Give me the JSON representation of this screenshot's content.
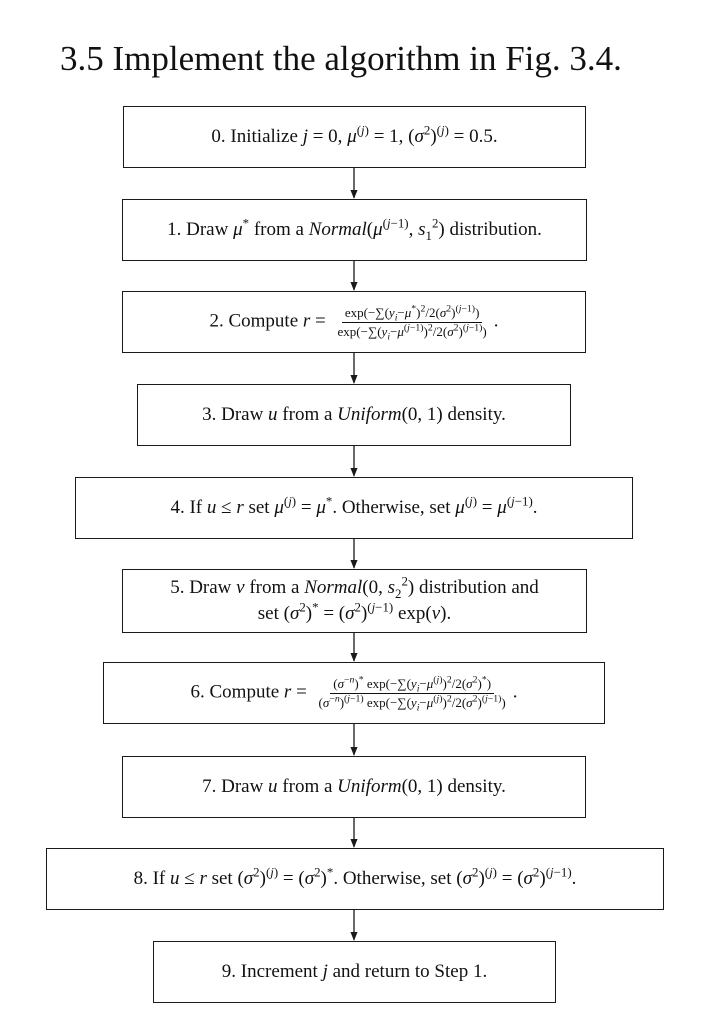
{
  "title": "3.5 Implement the algorithm in Fig. 3.4.",
  "steps": {
    "s0": {
      "prefix": "0. Initialize "
    },
    "s1": {
      "prefix": "1. Draw ",
      "mid": " from a ",
      "suffix": " distribution."
    },
    "s2": {
      "prefix": "2. Compute "
    },
    "s3": {
      "prefix": "3. Draw ",
      "mid": " from a ",
      "suffix": " density."
    },
    "s4": {
      "prefix": "4. If ",
      "mid1": " set ",
      "mid2": ". Otherwise, set "
    },
    "s5": {
      "prefix": "5. Draw ",
      "mid": " from a ",
      "suffix": " distribution and",
      "line2_prefix": "set "
    },
    "s6": {
      "prefix": "6. Compute "
    },
    "s7": {
      "prefix": "7. Draw ",
      "mid": " from a ",
      "suffix": " density."
    },
    "s8": {
      "prefix": "8. If ",
      "mid1": " set ",
      "mid2": ". Otherwise, set "
    },
    "s9": {
      "prefix": "9. Increment ",
      "suffix": " and return to Step 1."
    }
  }
}
